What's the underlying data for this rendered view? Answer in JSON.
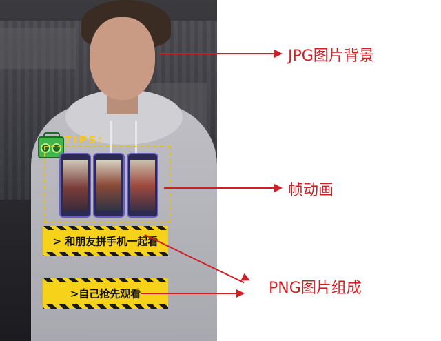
{
  "overlay": {
    "tips_label": "TIPS:",
    "cta_primary": "> 和朋友拼手机一起看",
    "cta_secondary": ">自己抢先观看"
  },
  "annotations": {
    "jpg_background": "JPG图片背景",
    "frame_animation": "帧动画",
    "png_composed": "PNG图片组成"
  },
  "colors": {
    "annotation_red": "#d21f26",
    "cta_yellow": "#f7d21a",
    "tips_gold": "#f6c81d",
    "radio_green": "#3fb54a"
  },
  "icons": [
    "radio-icon",
    "arrow-icon"
  ]
}
